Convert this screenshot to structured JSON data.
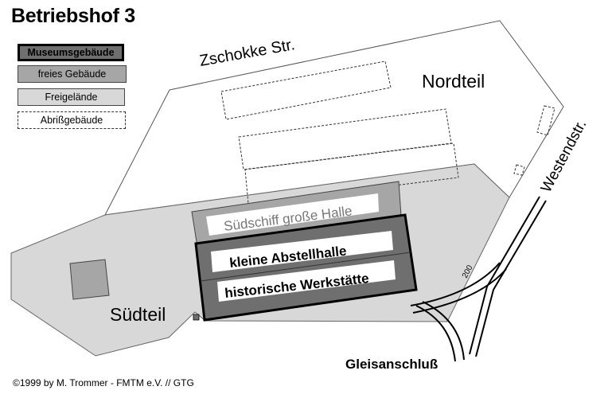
{
  "title": "Betriebshof 3",
  "legend": {
    "museum": "Museumsgebäude",
    "free": "freies Gebäude",
    "open": "Freigelände",
    "demolition": "Abrißgebäude"
  },
  "streets": {
    "zschokke": "Zschokke Str.",
    "westend": "Westendstr."
  },
  "areas": {
    "north": "Nordteil",
    "south": "Südteil"
  },
  "buildings": {
    "suedschiff": "Südschiff große Halle",
    "abstellhalle": "kleine Abstellhalle",
    "werkstaette": "historische Werkstätte"
  },
  "rail": {
    "label": "Gleisanschluß",
    "track_number": "200"
  },
  "copyright": "©1999 by M. Trommer - FMTM e.V. // GTG",
  "colors": {
    "museum": "#6f6f6f",
    "free_building": "#a6a6a6",
    "open_area": "#d8d8d8",
    "background": "#ffffff"
  }
}
